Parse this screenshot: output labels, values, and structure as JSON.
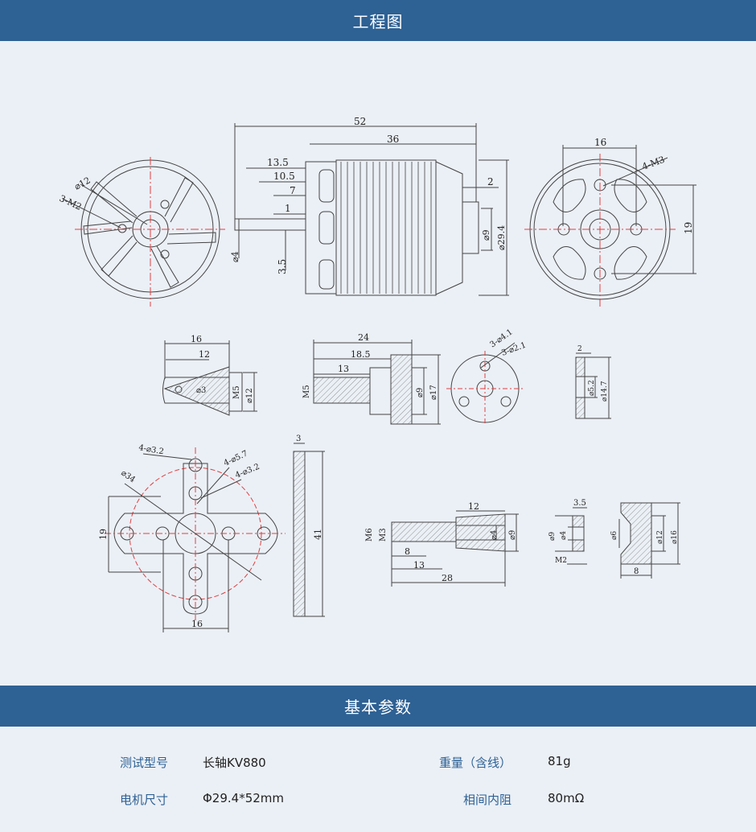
{
  "sections": {
    "drawing_title": "工程图",
    "params_title": "基本参数"
  },
  "drawing": {
    "labels": {
      "d52": "52",
      "d36": "36",
      "d13_5": "13.5",
      "d10_5": "10.5",
      "d7": "7",
      "d1": "1",
      "d2": "2",
      "d4": "⌀4",
      "d3_5": "3.5",
      "d9": "⌀9",
      "d29_4": "⌀29.4",
      "phi12": "⌀12",
      "m2x3": "3-M2",
      "d16": "16",
      "m3x4": "4-M3",
      "d19": "19",
      "p16": "16",
      "p12": "12",
      "phi3": "⌀3",
      "m5": "M5",
      "phi12b": "⌀12",
      "s24": "24",
      "s18_5": "18.5",
      "s13": "13",
      "sM5": "M5",
      "s9": "⌀9",
      "s17": "⌀17",
      "h41": "3-⌀4.1",
      "h21": "3-⌀2.1",
      "w2": "2",
      "w52": "⌀5.2",
      "w147": "⌀14.7",
      "x432": "4-⌀3.2",
      "x457": "4-⌀5.7",
      "x432b": "4-⌀3.2",
      "x34": "⌀34",
      "x19": "19",
      "x16": "16",
      "t3": "3",
      "t41": "41",
      "a12": "12",
      "aM6": "M6",
      "aM3": "M3",
      "a4": "⌀4",
      "a9": "⌀9",
      "a8": "8",
      "a13": "13",
      "a28": "28",
      "b35": "3.5",
      "b9": "⌀9",
      "b4": "⌀4",
      "bM2": "M2",
      "c6": "⌀6",
      "c12": "⌀12",
      "c16": "⌀16",
      "c8": "8"
    }
  },
  "params": [
    {
      "k1": "测试型号",
      "v1": "长轴KV880",
      "k2": "重量（含线）",
      "v2": "81g"
    },
    {
      "k1": "电机尺寸",
      "v1": "Φ29.4*52mm",
      "k2": "相间内阻",
      "v2": "80mΩ"
    }
  ],
  "colors": {
    "header": "#2e6194",
    "background": "#ebf0f6",
    "centerline": "#e04040"
  }
}
